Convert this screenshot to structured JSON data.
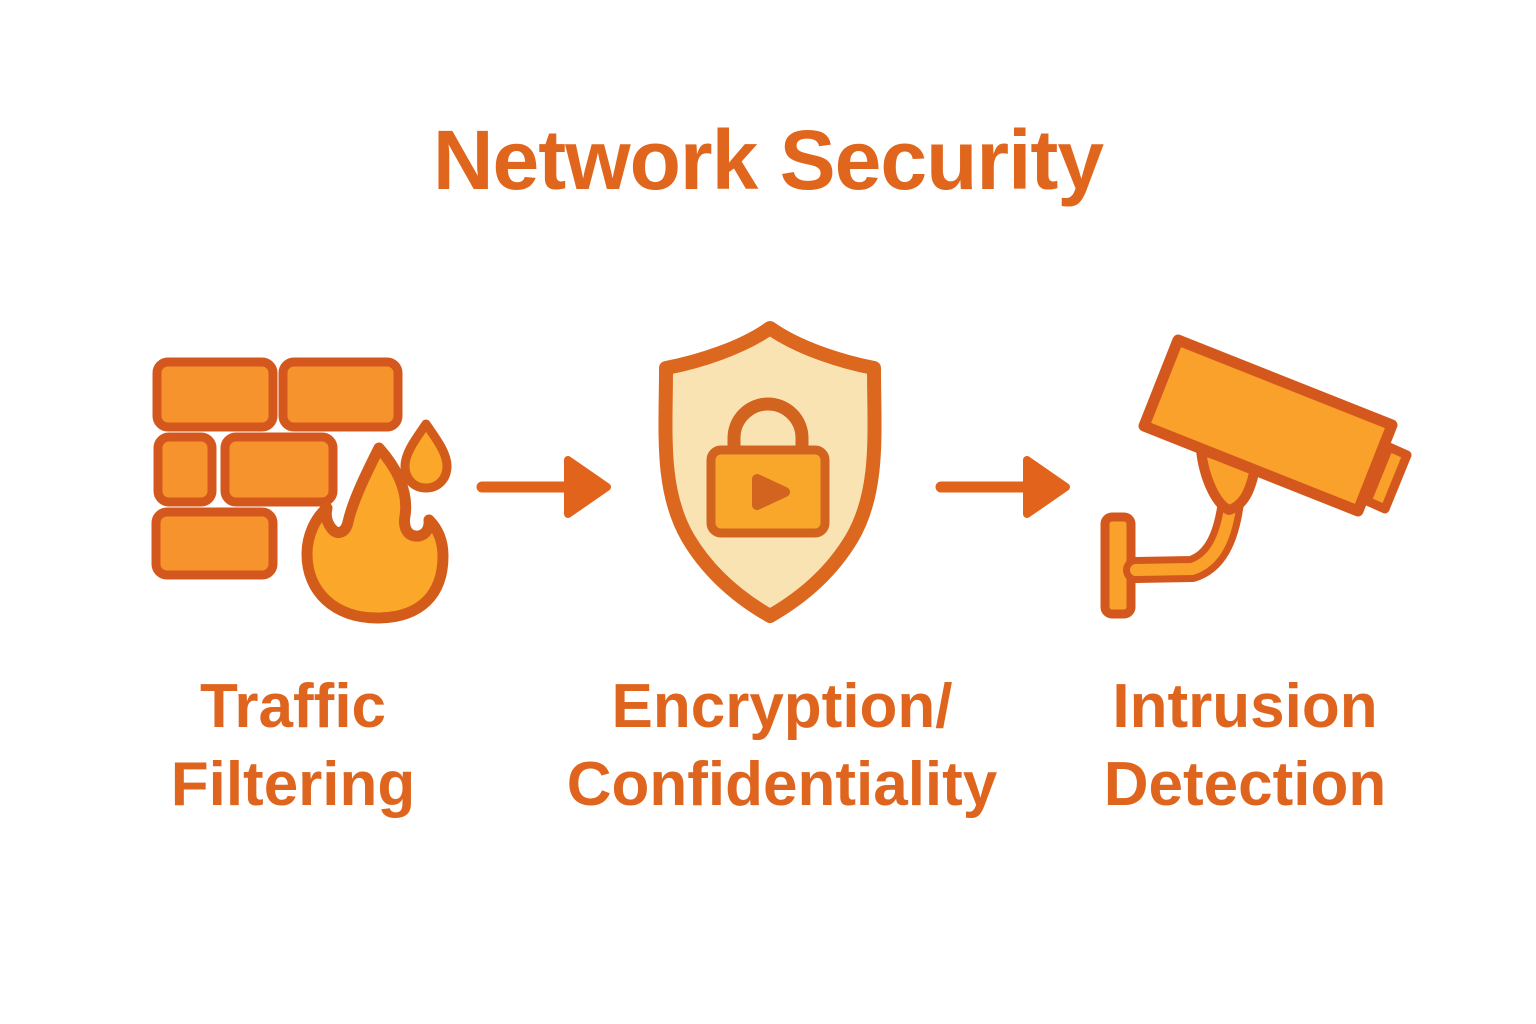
{
  "title": "Network Security",
  "colors": {
    "background": "#FFFFFF",
    "text_accent": "#E0661D",
    "brick_fill": "#F7932D",
    "brick_stroke": "#D4581E",
    "flame_fill": "#FBA82A",
    "flame_stroke": "#D45C1B",
    "shield_fill": "#FAE3B2",
    "shield_stroke": "#DC671E",
    "lock_fill": "#F9A72B",
    "lock_stroke": "#D2641F",
    "camera_fill": "#F9A12B",
    "camera_stroke": "#D4581E",
    "arrow": "#E2641C"
  },
  "steps": [
    {
      "icon": "firewall",
      "label_line1": "Traffic",
      "label_line2": "Filtering"
    },
    {
      "icon": "shield-lock",
      "label_line1": "Encryption/",
      "label_line2": "Confidentiality"
    },
    {
      "icon": "cctv-camera",
      "label_line1": "Intrusion",
      "label_line2": "Detection"
    }
  ],
  "connectors": [
    {
      "type": "arrow-right"
    },
    {
      "type": "arrow-right"
    }
  ]
}
